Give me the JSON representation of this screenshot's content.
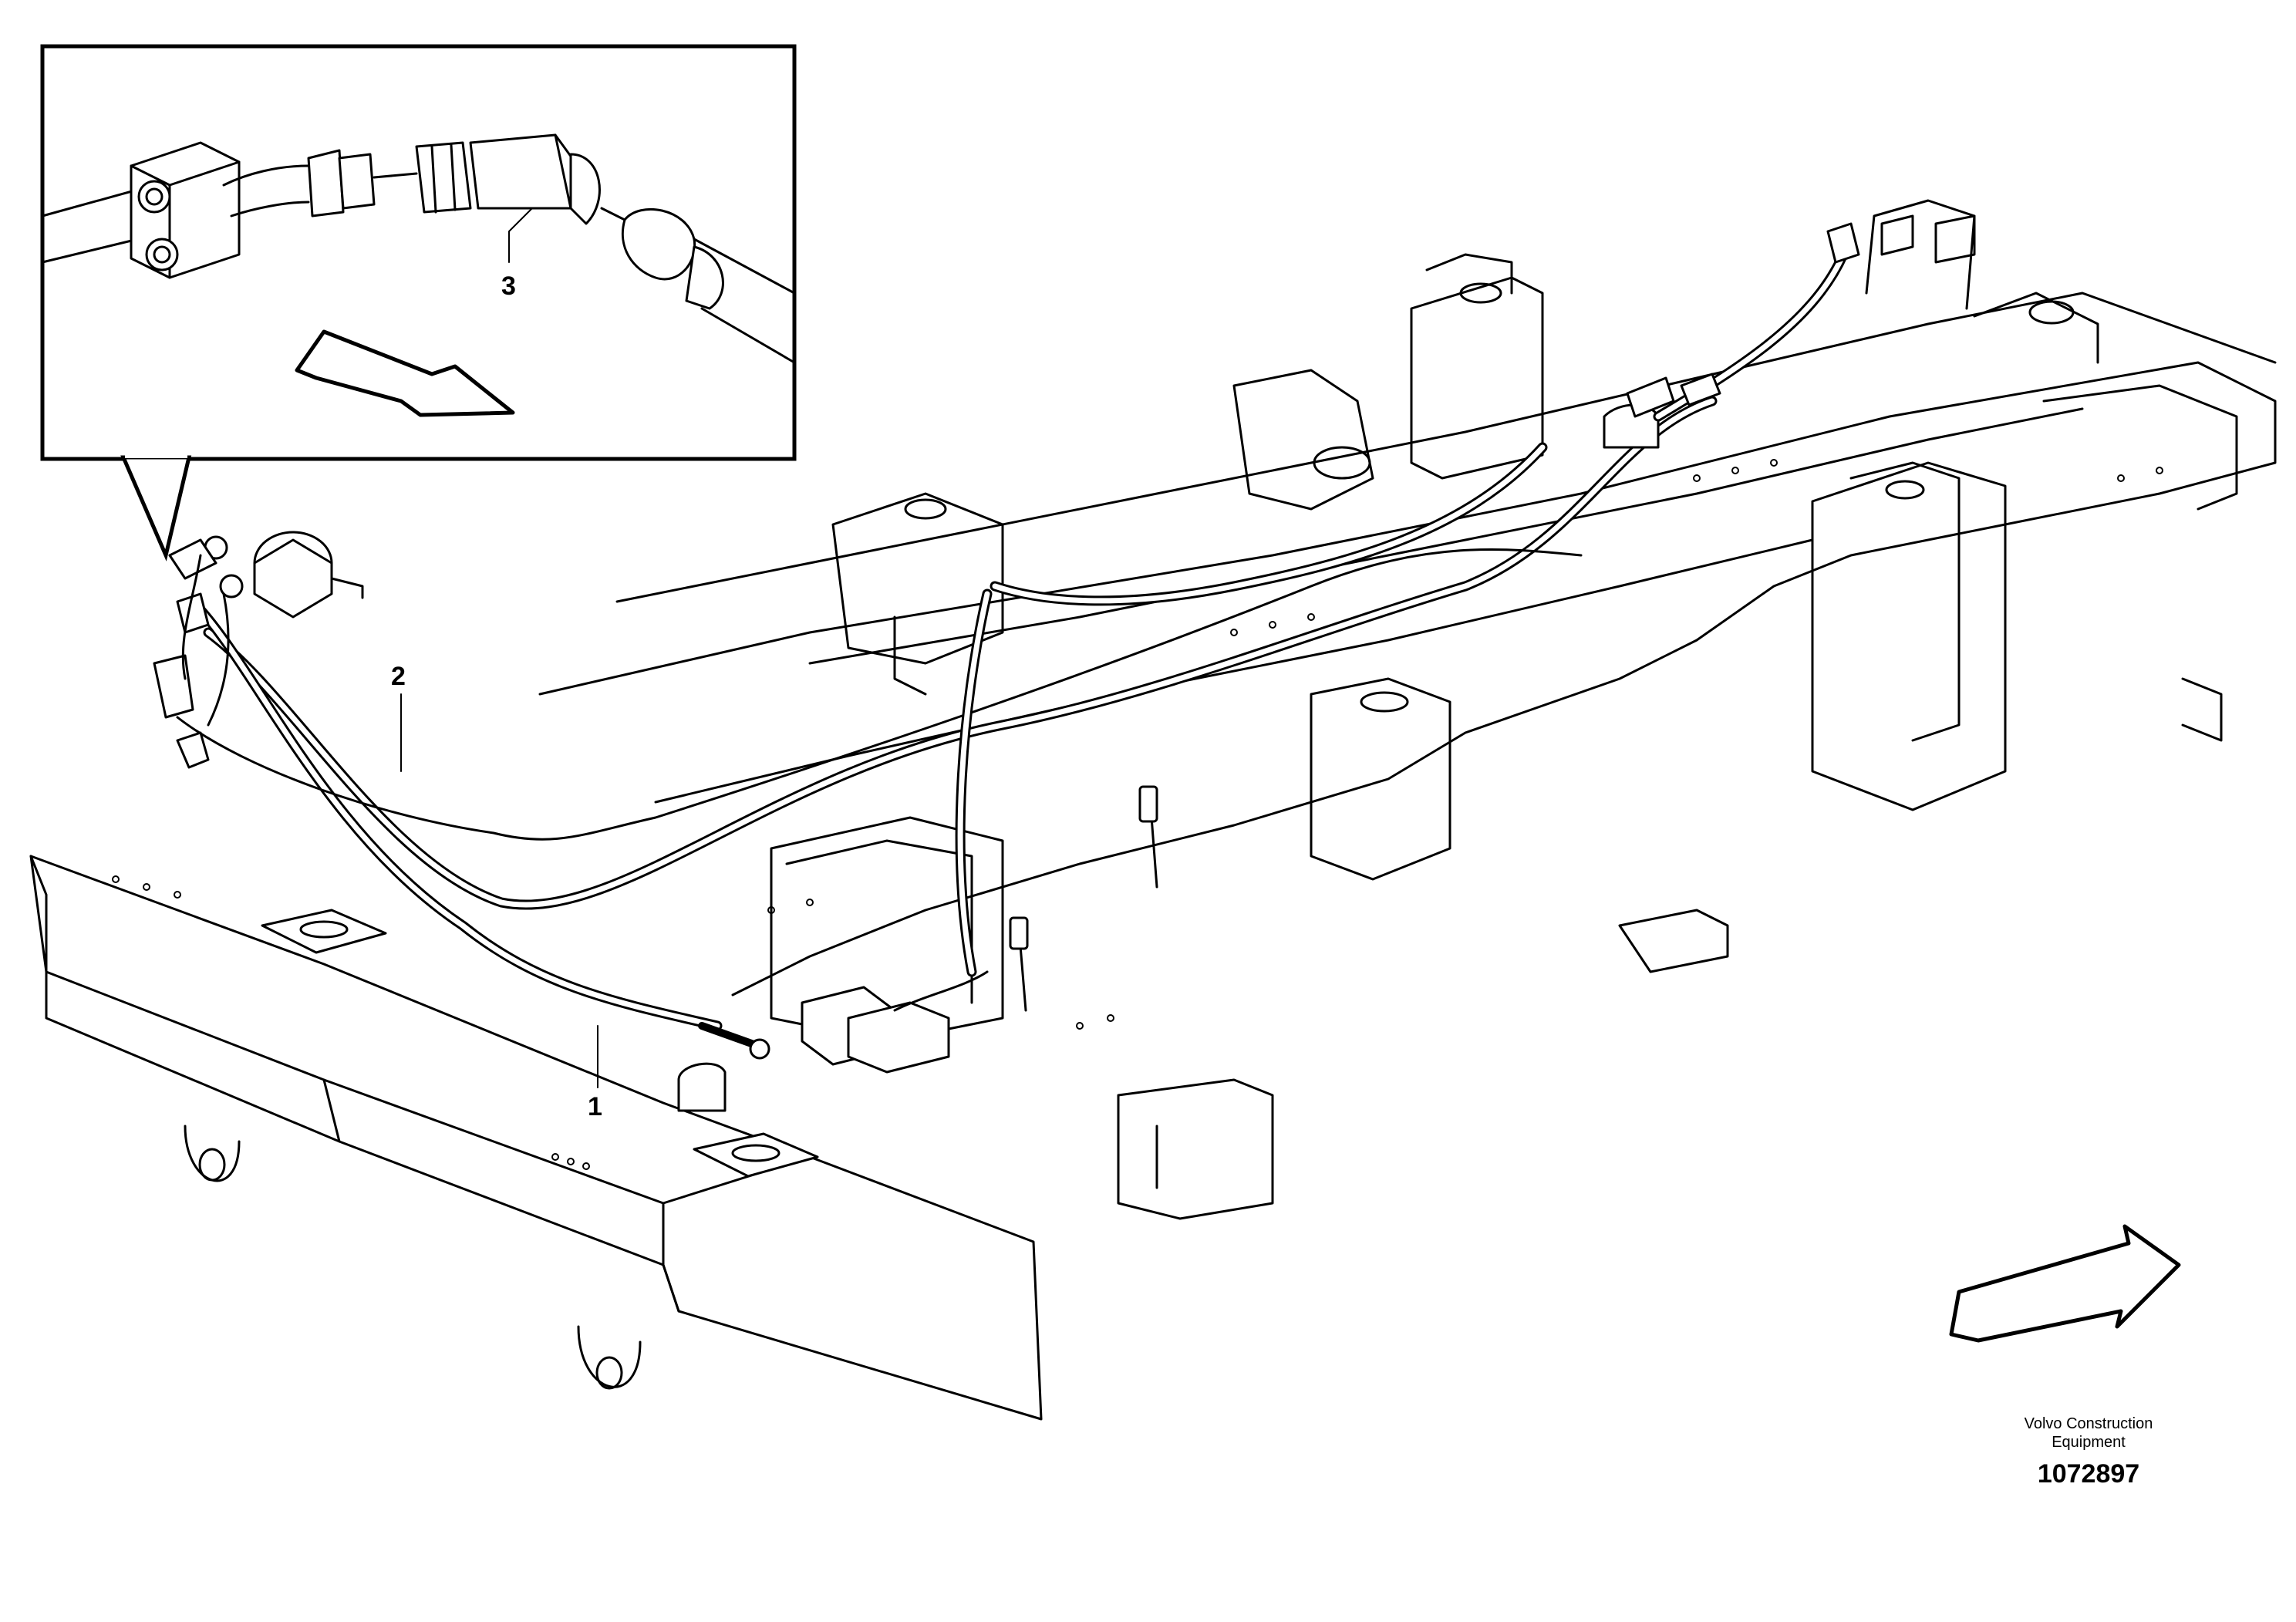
{
  "callouts": [
    {
      "number": "1",
      "item": "hose"
    },
    {
      "number": "2",
      "item": "hose"
    },
    {
      "number": "3",
      "item": "elbow-fitting"
    }
  ],
  "brand": {
    "line1": "Volvo Construction",
    "line2": "Equipment"
  },
  "part_number": "1072897",
  "icons": {
    "detail_arrow": "direction-arrow-icon",
    "front_arrow": "direction-arrow-icon"
  },
  "colors": {
    "line": "#000000",
    "background": "#ffffff"
  }
}
